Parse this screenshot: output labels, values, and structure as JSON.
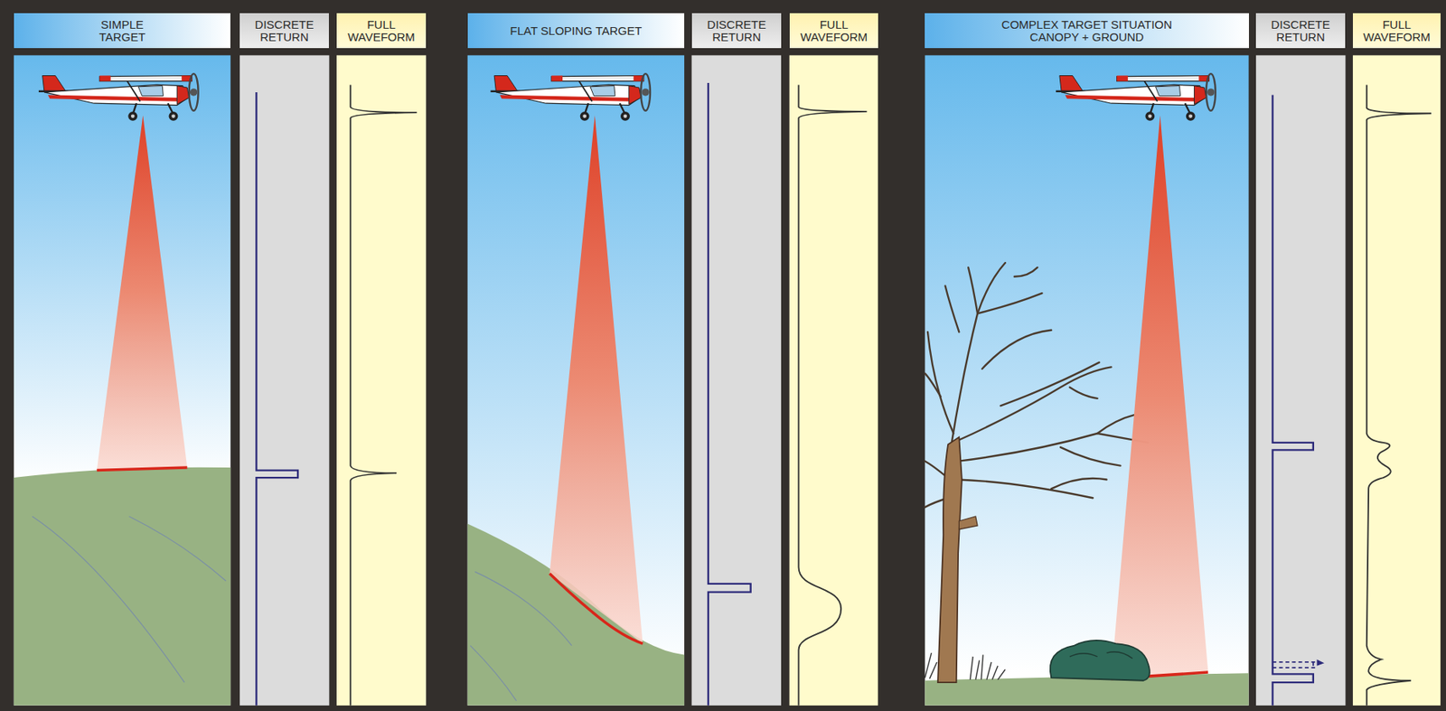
{
  "diagram": {
    "nodes": [
      {
        "text": [
          "SIMPLE TARGET"
        ]
      },
      {
        "text": [
          "DISCRETE RETURN"
        ]
      },
      {
        "text": [
          "FULL WAVEFORM"
        ]
      },
      {
        "text": [
          "FLAT SLOPING TARGET"
        ]
      },
      {
        "text": [
          "DISCRETE RETURN"
        ]
      },
      {
        "text": [
          "FULL WAVEFORM"
        ]
      },
      {
        "text": [
          "COMPLEX TARGET SITUATION CANOPY + GROUND"
        ]
      },
      {
        "text": [
          "DISCRETE RETURN"
        ]
      },
      {
        "text": [
          "FULL WAVEFORM"
        ]
      }
    ]
  }
}
